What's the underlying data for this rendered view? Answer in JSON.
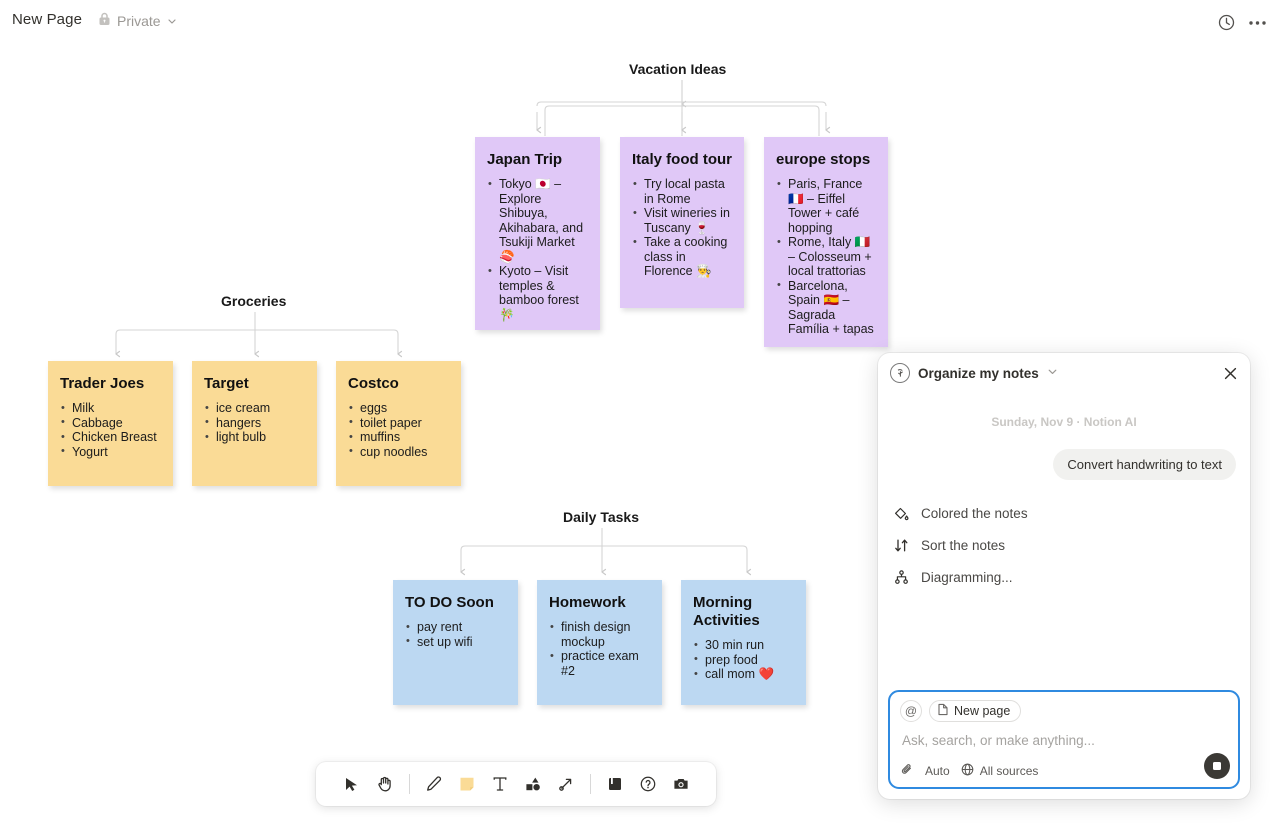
{
  "topbar": {
    "page_title": "New Page",
    "privacy_label": "Private",
    "lock_icon": "lock-icon",
    "chevron_icon": "chevron-down-icon",
    "history_icon": "clock-history-icon",
    "more_icon": "more-horizontal-icon"
  },
  "board": {
    "groups": [
      {
        "id": "vacation",
        "title": "Vacation Ideas",
        "color": "#e0c8f7",
        "cards": [
          {
            "title": "Japan Trip",
            "items": [
              "Tokyo 🇯🇵 – Explore Shibuya, Akihabara, and Tsukiji Market 🍣",
              "Kyoto – Visit temples & bamboo forest 🎋"
            ]
          },
          {
            "title": "Italy food tour",
            "items": [
              "Try local pasta in Rome",
              "Visit wineries in Tuscany 🍷",
              "Take a cooking class in Florence 👨‍🍳"
            ]
          },
          {
            "title": "europe stops",
            "items": [
              "Paris, France 🇫🇷 – Eiffel Tower + café hopping",
              "Rome, Italy 🇮🇹 – Colosseum + local trattorias",
              "Barcelona, Spain 🇪🇸 – Sagrada Família + tapas"
            ]
          }
        ]
      },
      {
        "id": "groceries",
        "title": "Groceries",
        "color": "#fadb96",
        "cards": [
          {
            "title": "Trader Joes",
            "items": [
              "Milk",
              "Cabbage",
              "Chicken Breast",
              "Yogurt"
            ]
          },
          {
            "title": "Target",
            "items": [
              "ice cream",
              "hangers",
              "light bulb"
            ]
          },
          {
            "title": "Costco",
            "items": [
              "eggs",
              "toilet paper",
              "muffins",
              "cup noodles"
            ]
          }
        ]
      },
      {
        "id": "daily",
        "title": "Daily Tasks",
        "color": "#bcd8f2",
        "cards": [
          {
            "title": "TO DO Soon",
            "items": [
              "pay rent",
              "set up wifi"
            ]
          },
          {
            "title": "Homework",
            "items": [
              "finish design mockup",
              "practice exam #2"
            ]
          },
          {
            "title": "Morning Activities",
            "items": [
              "30 min run",
              "prep food",
              "call mom ❤️"
            ]
          }
        ]
      }
    ]
  },
  "toolbar": {
    "tools": [
      {
        "name": "select-cursor-tool",
        "icon": "cursor-icon"
      },
      {
        "name": "pan-hand-tool",
        "icon": "hand-icon"
      },
      {
        "name": "pen-tool",
        "icon": "pencil-icon"
      },
      {
        "name": "sticky-note-tool",
        "icon": "sticky-note-icon"
      },
      {
        "name": "text-tool",
        "icon": "text-t-icon"
      },
      {
        "name": "shapes-tool",
        "icon": "shapes-icon"
      },
      {
        "name": "connector-tool",
        "icon": "arrow-connector-icon"
      },
      {
        "name": "frame-tool",
        "icon": "frame-icon"
      },
      {
        "name": "help-tool",
        "icon": "question-circle-icon"
      },
      {
        "name": "camera-tool",
        "icon": "camera-icon"
      }
    ]
  },
  "ai_panel": {
    "avatar_icon": "ai-avatar-icon",
    "title": "Organize my notes",
    "chevron_icon": "chevron-down-icon",
    "close_icon": "close-x-icon",
    "date_divider": "Sunday, Nov 9 · Notion AI",
    "user_message": "Convert handwriting to text",
    "actions": [
      {
        "label": "Colored the notes",
        "icon": "color-fill-icon"
      },
      {
        "label": "Sort the notes",
        "icon": "sort-arrows-icon"
      },
      {
        "label": "Diagramming...",
        "icon": "hierarchy-diagram-icon"
      }
    ],
    "composer": {
      "mention_chip": "@",
      "page_chip_label": "New page",
      "page_chip_icon": "document-icon",
      "placeholder": "Ask, search, or make anything...",
      "attach_icon": "paperclip-icon",
      "mode_label": "Auto",
      "sources_icon": "globe-icon",
      "sources_label": "All sources",
      "send_icon": "stop-square-icon"
    },
    "accent_color": "#2f8ae0"
  }
}
